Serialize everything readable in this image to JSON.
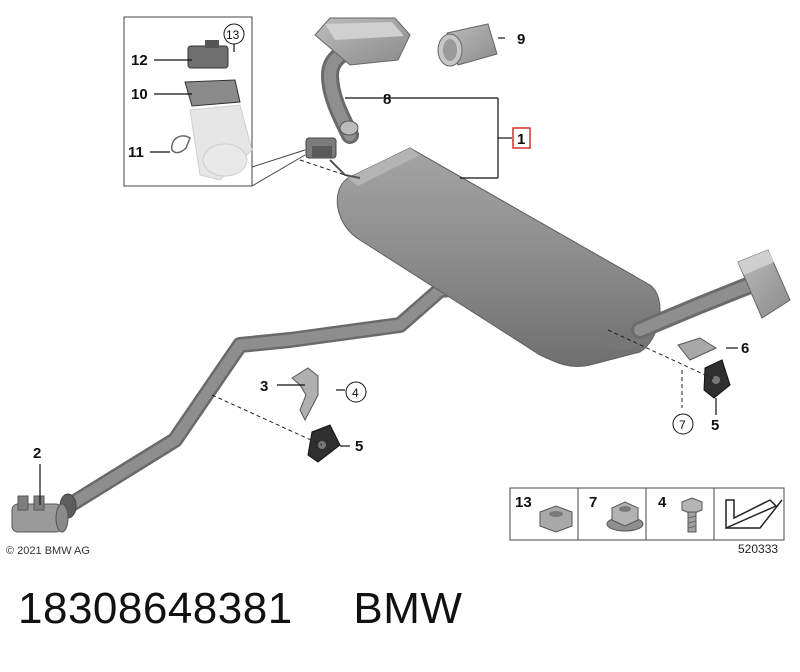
{
  "diagram": {
    "callouts": {
      "c1": "1",
      "c2": "2",
      "c3": "3",
      "c4": "4",
      "c5a": "5",
      "c5b": "5",
      "c6": "6",
      "c7": "7",
      "c8": "8",
      "c9": "9",
      "c10": "10",
      "c11": "11",
      "c12": "12",
      "c13": "13"
    },
    "copyright": "© 2021 BMW AG",
    "legend": {
      "items": [
        {
          "num": "13",
          "icon": "nut-icon"
        },
        {
          "num": "7",
          "icon": "collar-nut-icon"
        },
        {
          "num": "4",
          "icon": "bolt-icon"
        },
        {
          "num": "",
          "icon": "direction-arrow-icon"
        }
      ],
      "diagram_number": "520333"
    },
    "colors": {
      "pipe": "#8a8a8a",
      "pipe_dark": "#6e6e6e",
      "muffler": "#8c8c8c",
      "highlight_box": "#d32f2f"
    }
  },
  "caption": {
    "part_number": "18308648381",
    "brand": "BMW"
  }
}
